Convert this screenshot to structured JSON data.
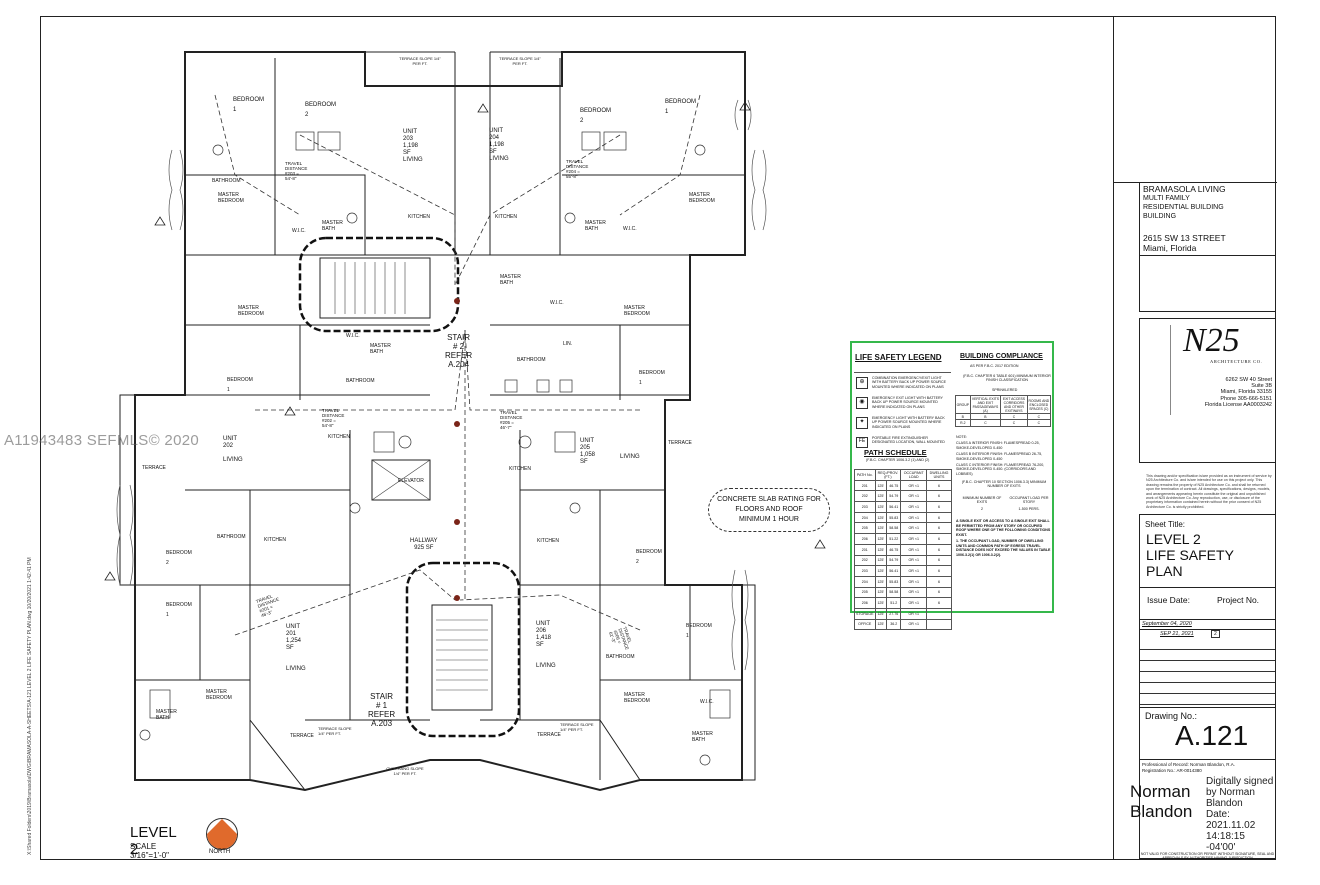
{
  "watermark": "A11943483  SEFMLS© 2020",
  "drawing_path": "X:\\Shared Folders\\2019\\Bramasola\\DWG\\BRAMASOLA-A-SHEETS\\A-121 LEVEL 2 LIFE SAFETY PLAN.dwg  10/20/2021 1:42:41 PM",
  "plan": {
    "title": "LEVEL 2",
    "scale": "SCALE 3/16\"=1'-0\"",
    "north": "NORTH",
    "note_lines": [
      "CONCRETE SLAB RATING FOR",
      "FLOORS AND ROOF",
      "MINIMUM 1 HOUR"
    ],
    "stair1": [
      "STAIR # 1",
      "REFER",
      "A.203"
    ],
    "stair2": [
      "STAIR # 2",
      "REFER",
      "A.204"
    ],
    "hallway": [
      "HALLWAY",
      "925 SF"
    ],
    "elevator": "ELEVATOR",
    "units": [
      {
        "name": "UNIT 203",
        "sf": "1,198 SF",
        "room": "LIVING"
      },
      {
        "name": "UNIT 204",
        "sf": "1,198 SF",
        "room": "LIVING"
      },
      {
        "name": "UNIT 202",
        "sf": "",
        "room": "LIVING"
      },
      {
        "name": "UNIT 205",
        "sf": "1,058 SF",
        "room": "LIVING"
      },
      {
        "name": "UNIT 201",
        "sf": "1,254 SF",
        "room": "LIVING"
      },
      {
        "name": "UNIT 206",
        "sf": "1,418 SF",
        "room": "LIVING"
      }
    ],
    "rooms": {
      "bedroom1": "BEDROOM 1",
      "bedroom2": "BEDROOM 2",
      "bathroom": "BATHROOM",
      "master_bedroom": "MASTER BEDROOM",
      "master_bath": "MASTER BATH",
      "kitchen": "KITCHEN",
      "wic": "W.I.C.",
      "terrace": "TERRACE",
      "terrace_slope": "TERRACE SLOPE 1/4\" PER FT.",
      "living": "LIVING",
      "lin": "LIN."
    },
    "travel": {
      "t1": "TRAVEL DISTANCE #203 = 54'-8\"",
      "t2": "TRAVEL DISTANCE #204 = 55'-8\"",
      "t3": "TRAVEL DISTANCE #202 = 54'-8\"",
      "t4": "TRAVEL DISTANCE #205 = 46'-7\"",
      "t5": "TRAVEL DISTANCE #201 = 46'-3\"",
      "t6": "TRAVEL DISTANCE #206 = 61'-3\""
    },
    "overhang_slope": "OVERHANG SLOPE 1/4\" PER FT."
  },
  "legend": {
    "title": "LIFE SAFETY LEGEND",
    "items": [
      "COMBINATION EMERGENCY/EXIT LIGHT WITH BATTERY BACK UP POWER SOURCE MOUNTED WHERE INDICATED ON PLANS",
      "EMERGENCY EXIT LIGHT WITH BATTERY BACK UP POWER SOURCE MOUNTED WHERE INDICATED ON PLANS",
      "EMERGENCY LIGHT WITH BATTERY BACK UP POWER SOURCE MOUNTED WHERE INDICATED ON PLANS",
      "PORTABLE FIRE EXTINGUISHER DESIGNATED LOCATION, WALL MOUNTED"
    ],
    "compliance_title": "BUILDING COMPLIANCE",
    "compliance_sub": "AS PER F.B.C. 2017 EDITION",
    "compliance_sub2": "(F.B.C. CHAPTER 6 TABLE 601) MINIMUM INTERIOR FINISH CLASSIFICATION",
    "sprinklered": "SPRINKLERED",
    "bc_headers": [
      "GROUP",
      "VERTICAL EXITS AND EXIT PASSAGEWAYS (A)",
      "EXIT ACCESS CORRIDORS AND OTHER EXITWAYS",
      "ROOMS AND ENCLOSED SPACES (C)"
    ],
    "bc_rows": [
      [
        "B",
        "B",
        "C",
        "C"
      ],
      [
        "R-2",
        "C",
        "C",
        "C"
      ]
    ],
    "bc_notes": [
      "NOTE:",
      "CLASS A INTERIOR FINISH: FLAMESPREAD 0-25, SMOKE-DEVELOPED 0-450",
      "CLASS B INTERIOR FINISH: FLAMESPREAD 26-75, SMOKE-DEVELOPED 0-450",
      "CLASS C INTERIOR FINISH: FLAMESPREAD 76-200, SMOKE-DEVELOPED 0-450. (CORRIDORS AND LOBBIES)"
    ],
    "exits_note": "(F.B.C. CHAPTER 10 SECTION 1006.3.3) MINIMUM NUMBER OF EXITS",
    "exits_cols": [
      "MINIMUM NUMBER OF EXITS",
      "OCCUPANT LOAD PER STORY"
    ],
    "exits_vals": [
      "2",
      "1-500 PERS."
    ],
    "single_exit_note": "A SINGLE EXIT OR ACCESS TO A SINGLE EXIT SHALL BE PERMITTED FROM ANY STORY OR OCCUPIED ROOF WHERE ONE OF THE FOLLOWING CONDITIONS EXIST.",
    "single_exit_rule": "1. THE OCCUPANT LOAD, NUMBER OF DWELLING UNITS AND COMMON PATH OF EGRESS TRAVEL DISTANCE DOES NOT EXCEED THE VALUES IN TABLE 1006.3.2(1) OR 1006.3.2(2).",
    "path_title": "PATH SCHEDULE",
    "path_sub": "(F.B.C. CHAPTER 1006.3.2 (1) AND (2)",
    "path_headers": [
      "PATH No.",
      "REQ./PROV. (FT.)",
      "OCCUPANT LOAD",
      "DWELLING UNITS"
    ],
    "path_rows": [
      [
        "201",
        "125'",
        "46.75",
        "OR <1",
        "6"
      ],
      [
        "202",
        "125'",
        "54.79",
        "OR <1",
        "6"
      ],
      [
        "203",
        "125'",
        "56.41",
        "OR <1",
        "6"
      ],
      [
        "204",
        "125'",
        "55.83",
        "OR <1",
        "6"
      ],
      [
        "205",
        "125'",
        "58.58",
        "OR <1",
        "6"
      ],
      [
        "206",
        "125'",
        "51.22",
        "OR <1",
        "6"
      ],
      [
        "201",
        "125'",
        "46.75",
        "OR <1",
        "6"
      ],
      [
        "202",
        "125'",
        "54.79",
        "OR <1",
        "6"
      ],
      [
        "203",
        "125'",
        "56.41",
        "OR <1",
        "6"
      ],
      [
        "204",
        "125'",
        "55.83",
        "OR <1",
        "6"
      ],
      [
        "205",
        "125'",
        "58.58",
        "OR <1",
        "6"
      ],
      [
        "206",
        "125'",
        "51.2",
        "OR <1",
        "6"
      ],
      [
        "STORAGE",
        "125'",
        "27.76",
        "OR <1",
        ""
      ],
      [
        "OFFICE",
        "125'",
        "36.2",
        "OR <1",
        ""
      ]
    ]
  },
  "titleblock": {
    "project_lines": [
      "BRAMASOLA LIVING",
      "MULTI FAMILY",
      "RESIDENTIAL BUILDING",
      "BUILDING"
    ],
    "address_lines": [
      "2615 SW 13 STREET",
      "Miami, Florida"
    ],
    "firm_logo": "N25",
    "firm_sub": "ARCHITECTURE CO.",
    "firm_lines": [
      "6262 SW 40 Street",
      "Suite 3B",
      "Miami, Florida 33155",
      "Phone 305-666-5151",
      "Florida License AA0003242"
    ],
    "disclaimer": "This drawing and/or specification is/are provided as an instrument of service by N25 Architecture Co. and is/are intended for use on this project only. This drawing remains the property of N25 Architecture Co. and shall be returned upon the termination of contract. All drawings, specifications, designs, models, and arrangements appearing herein constitute the original and unpublished work of N25 Architecture Co. Any reproduction, use, or disclosure of the proprietary information contained herein without the prior consent of N25 Architecture Co. is strictly prohibited.",
    "sheet_title_label": "Sheet Title:",
    "sheet_title_lines": [
      "LEVEL 2",
      "LIFE SAFETY",
      "PLAN"
    ],
    "issue_label": "Issue Date:",
    "project_label": "Project No.",
    "date1": "September 04, 2020",
    "date2": "SEP 21, 2021",
    "rev": "2",
    "drawing_no_label": "Drawing No.:",
    "drawing_no": "A.121",
    "record_line1": "Professional of Record: Norman Blandon, R.A.",
    "record_line2": "Registration No.: AR-0014380",
    "signer_big": [
      "Norman",
      "Blandon"
    ],
    "signer_small": [
      "Digitally signed",
      "by Norman",
      "Blandon",
      "Date: 2021.11.02",
      "14:18:15 -04'00'"
    ],
    "footer_note": "NOT VALID FOR CONSTRUCTION OR PERMIT WITHOUT SIGNATURE, SEAL AND APPROVALS BY AUTHORITIES HAVING JURISDICTION"
  }
}
